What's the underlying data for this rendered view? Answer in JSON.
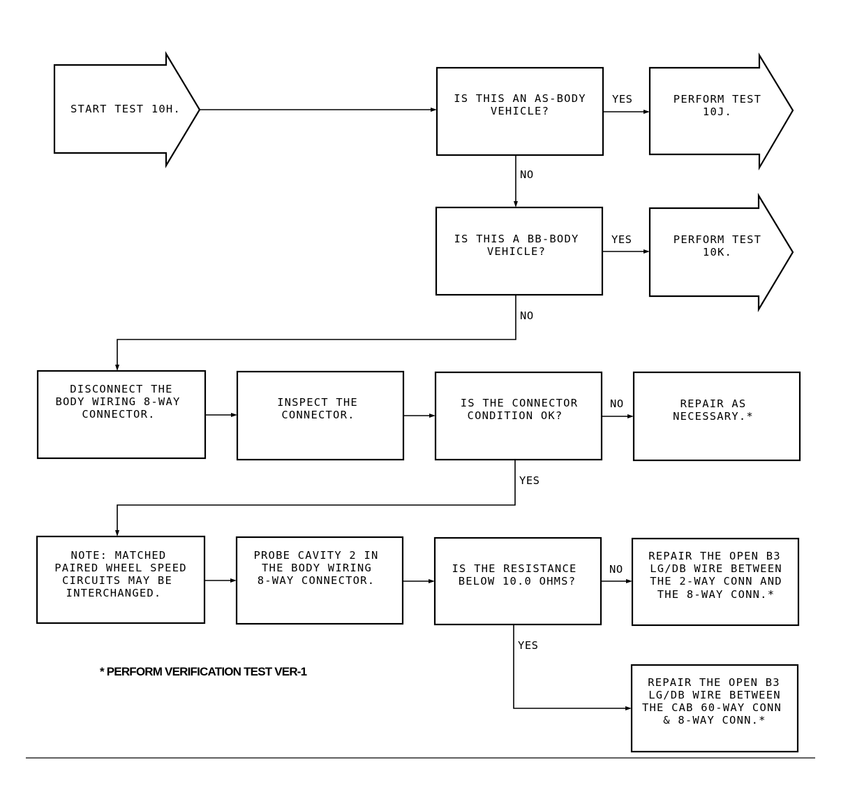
{
  "nodes": {
    "start": {
      "lines": [
        "START TEST 10H."
      ]
    },
    "q_as_body": {
      "lines": [
        "IS THIS AN AS-BODY",
        "VEHICLE?"
      ]
    },
    "perform_10j": {
      "lines": [
        "PERFORM TEST",
        "10J."
      ]
    },
    "q_bb_body": {
      "lines": [
        "IS THIS A BB-BODY",
        "VEHICLE?"
      ]
    },
    "perform_10k": {
      "lines": [
        "PERFORM TEST",
        "10K."
      ]
    },
    "disconnect": {
      "lines": [
        "DISCONNECT THE",
        "BODY WIRING 8-WAY",
        "CONNECTOR."
      ]
    },
    "inspect": {
      "lines": [
        "INSPECT THE",
        "CONNECTOR."
      ]
    },
    "q_connector": {
      "lines": [
        "IS THE CONNECTOR",
        "CONDITION OK?"
      ]
    },
    "repair_necessary": {
      "lines": [
        "REPAIR AS",
        "NECESSARY.*"
      ]
    },
    "note": {
      "lines": [
        "NOTE:  MATCHED",
        "PAIRED WHEEL SPEED",
        "CIRCUITS MAY BE",
        "INTERCHANGED."
      ]
    },
    "probe": {
      "lines": [
        "PROBE CAVITY 2 IN",
        "THE BODY WIRING",
        "8-WAY CONNECTOR."
      ]
    },
    "q_resistance": {
      "lines": [
        "IS THE RESISTANCE",
        "BELOW 10.0 OHMS?"
      ]
    },
    "repair_open_2way": {
      "lines": [
        "REPAIR THE OPEN B3",
        "LG/DB WIRE BETWEEN",
        "THE 2-WAY CONN AND",
        "THE 8-WAY CONN.*"
      ]
    },
    "repair_open_cab": {
      "lines": [
        "REPAIR THE OPEN B3",
        "LG/DB WIRE BETWEEN",
        "THE CAB 60-WAY CONN",
        "& 8-WAY CONN.*"
      ]
    }
  },
  "edges": {
    "as_yes": "YES",
    "as_no": "NO",
    "bb_yes": "YES",
    "bb_no": "NO",
    "conn_no": "NO",
    "conn_yes": "YES",
    "res_no": "NO",
    "res_yes": "YES"
  },
  "footnote": "* PERFORM VERIFICATION TEST VER-1"
}
